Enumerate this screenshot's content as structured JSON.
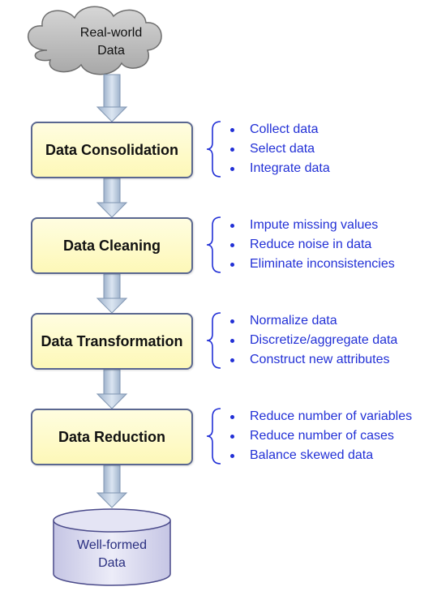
{
  "source": {
    "line1": "Real-world",
    "line2": "Data"
  },
  "steps": [
    {
      "title": "Data Consolidation",
      "items": [
        "Collect data",
        "Select data",
        "Integrate data"
      ]
    },
    {
      "title": "Data Cleaning",
      "items": [
        "Impute missing values",
        "Reduce noise in data",
        "Eliminate inconsistencies"
      ]
    },
    {
      "title": "Data Transformation",
      "items": [
        "Normalize data",
        "Discretize/aggregate data",
        "Construct new attributes"
      ]
    },
    {
      "title": "Data Reduction",
      "items": [
        "Reduce number of variables",
        "Reduce number of cases",
        "Balance skewed data"
      ]
    }
  ],
  "output": {
    "line1": "Well-formed",
    "line2": "Data"
  },
  "colors": {
    "box_fill": "#fdf8b8",
    "box_border": "#5a6790",
    "bullet_text": "#2230d6",
    "arrow": "#b8c9de",
    "cloud": "#bcbcbc",
    "cylinder": "#d4d4ec"
  }
}
